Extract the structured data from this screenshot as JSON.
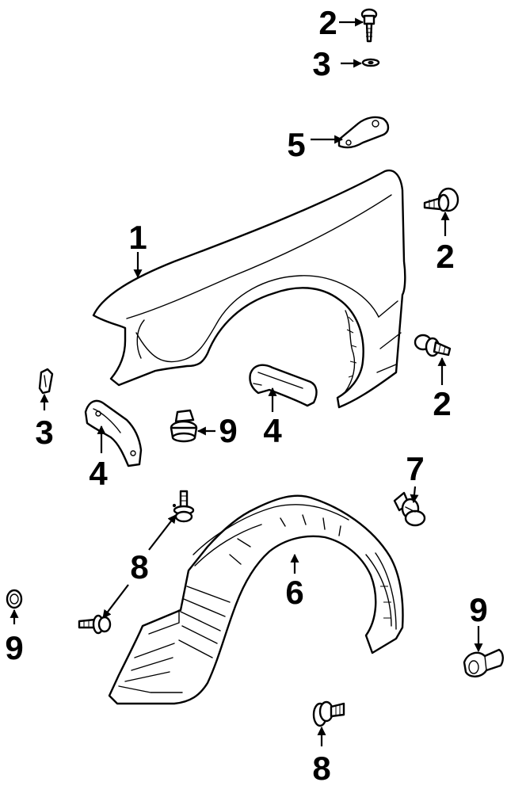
{
  "callouts": {
    "c2_top": "2",
    "c3_top": "3",
    "c5": "5",
    "c1": "1",
    "c2_right_upper": "2",
    "c2_right_lower": "2",
    "c3_left": "3",
    "c4_left": "4",
    "c9_mid": "9",
    "c4_mid": "4",
    "c7": "7",
    "c8_upper": "8",
    "c6": "6",
    "c9_left": "9",
    "c9_right": "9",
    "c8_bottom": "8"
  }
}
